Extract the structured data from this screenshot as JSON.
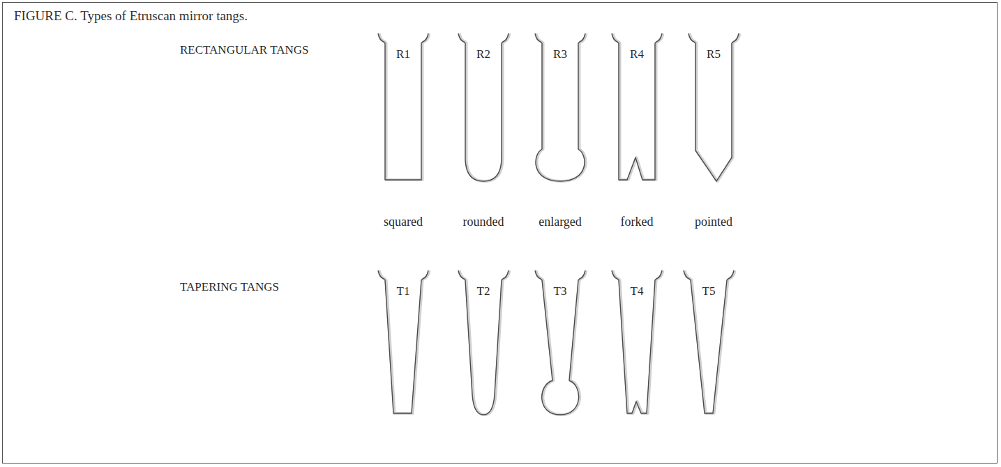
{
  "diagram": {
    "title": "FIGURE C. Types of Etruscan mirror tangs.",
    "nodes": [
      {
        "text": [
          "R1"
        ]
      },
      {
        "text": [
          "R2"
        ]
      },
      {
        "text": [
          "R3"
        ]
      },
      {
        "text": [
          "R4"
        ]
      },
      {
        "text": [
          "R5"
        ]
      },
      {
        "text": [
          "T1"
        ]
      },
      {
        "text": [
          "T2"
        ]
      },
      {
        "text": [
          "T3"
        ]
      },
      {
        "text": [
          "T4"
        ]
      },
      {
        "text": [
          "T5"
        ]
      }
    ],
    "labels": [
      "RECTANGULAR TANGS",
      "TAPERING TANGS",
      "squared",
      "rounded",
      "enlarged",
      "forked",
      "pointed"
    ]
  }
}
